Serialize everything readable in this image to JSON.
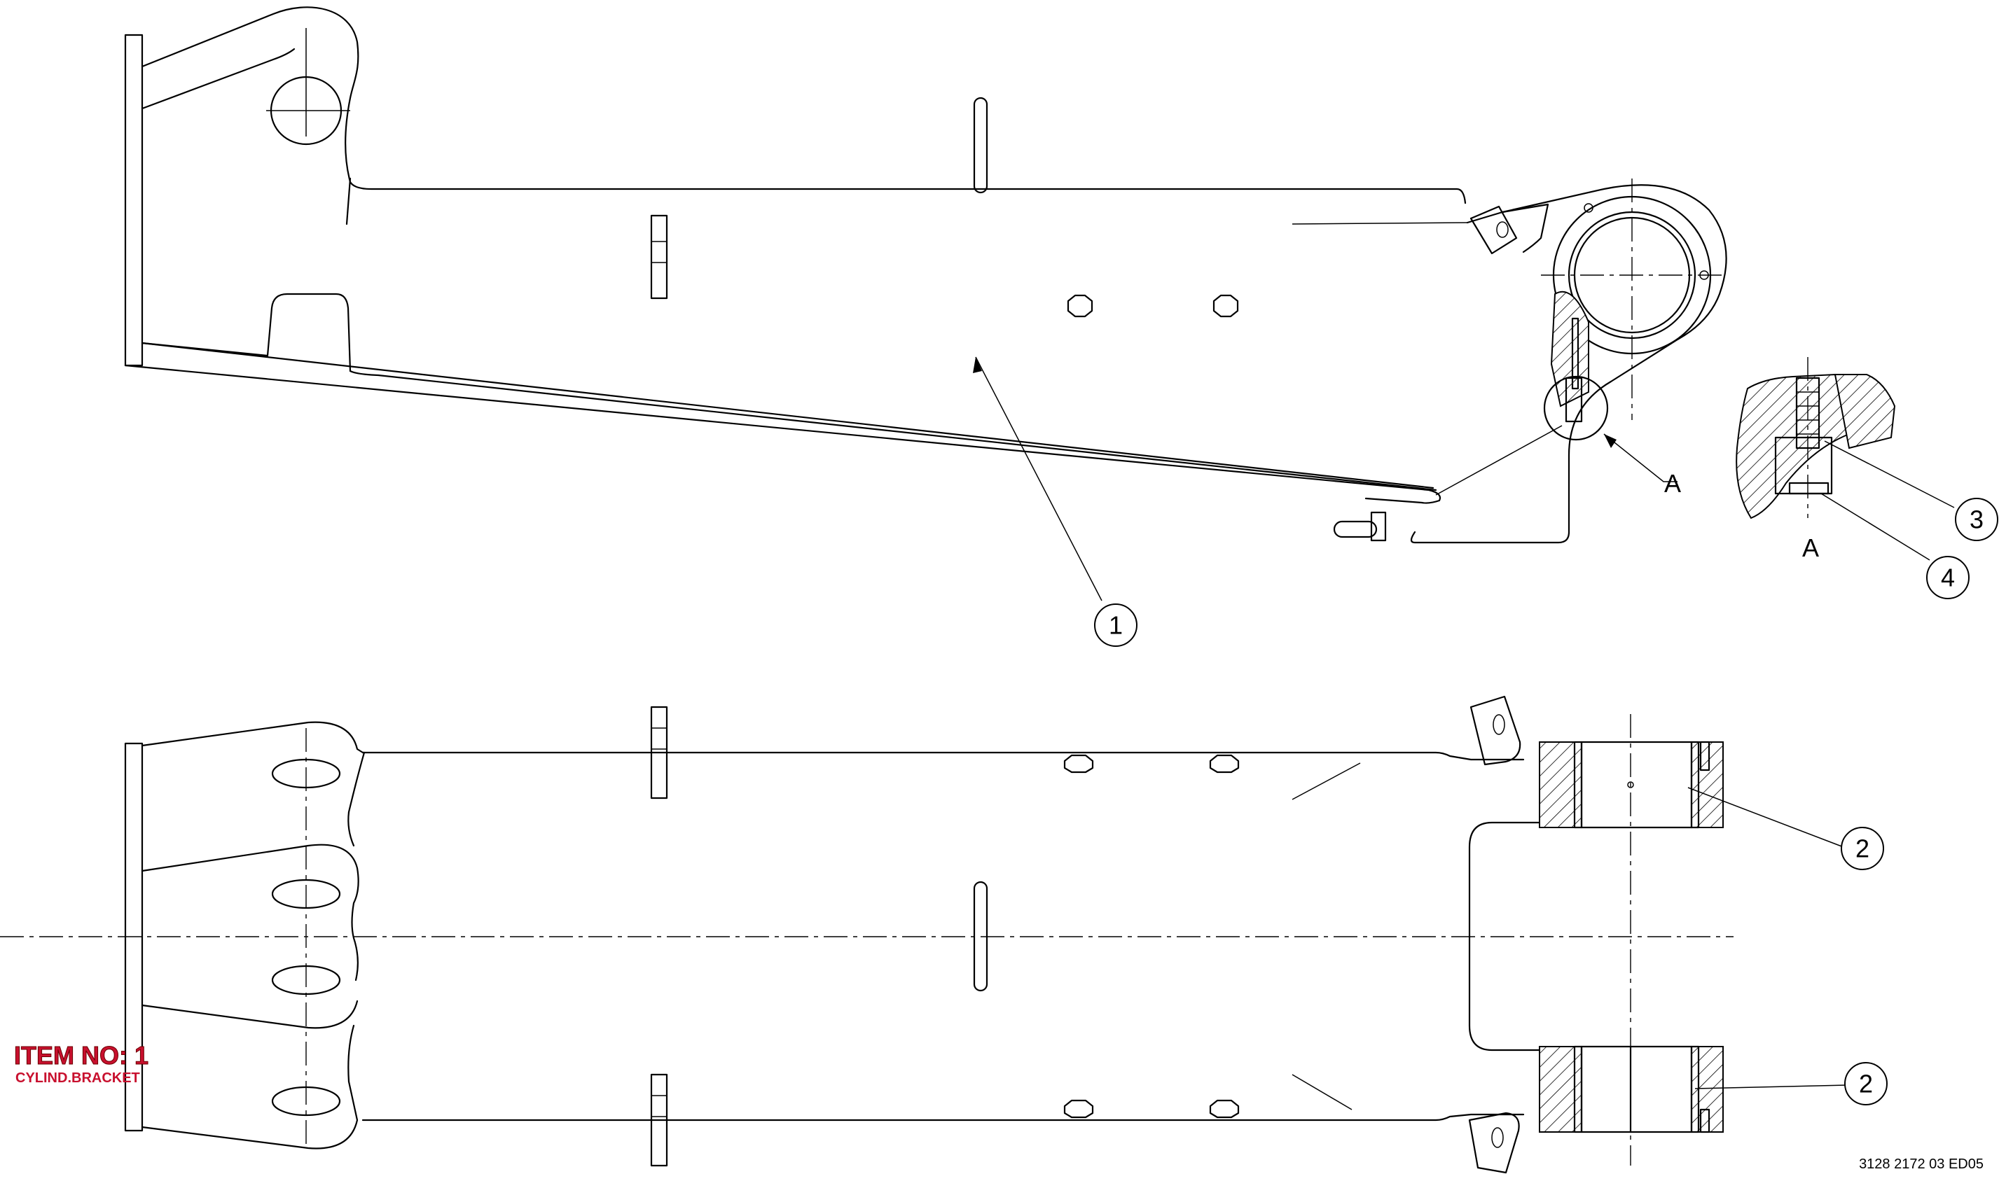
{
  "title_block": {
    "item_label": "ITEM NO: 1",
    "item_description": "CYLIND.BRACKET",
    "document_number": "3128 2172 03 ED05"
  },
  "detail": {
    "section_letter_main": "A",
    "section_letter_detail": "A"
  },
  "balloons": [
    "1",
    "2",
    "2",
    "3",
    "4"
  ]
}
